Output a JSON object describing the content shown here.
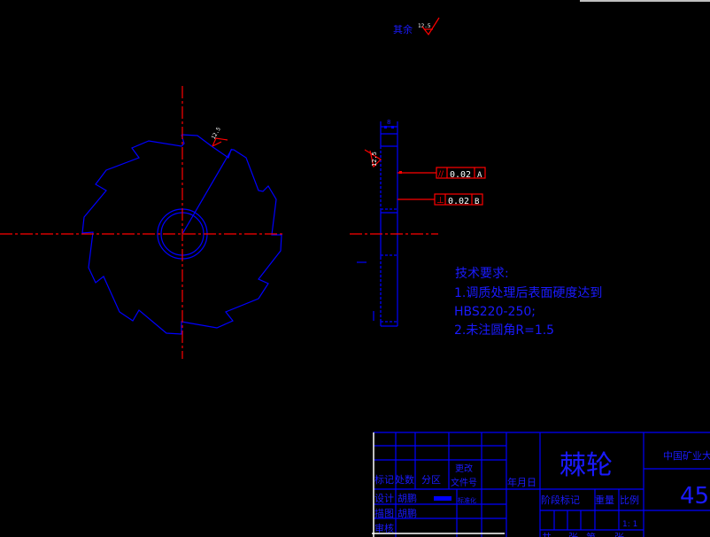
{
  "drawing": {
    "part_name": "棘轮",
    "material": "45",
    "organization": "中国矿业大",
    "scale": "1: 1",
    "surface_roughness_other": "其余",
    "roughness_value": "12.5",
    "face_width_dim": "8",
    "tolerances": [
      {
        "symbol": "//",
        "value": "0.02",
        "datum": "A"
      },
      {
        "symbol": "⊥",
        "value": "0.02",
        "datum": "B"
      }
    ],
    "technical_requirements": {
      "title": "技术要求:",
      "lines": [
        "1.调质处理后表面硬度达到",
        "HBS220-250;",
        "2.未注圆角R=1.5"
      ]
    },
    "title_block": {
      "mark": "标记",
      "count": "处数",
      "zone": "分区",
      "change_doc_1": "更改",
      "change_doc_2": "文件号",
      "date": "年月日",
      "design": "设计",
      "designer": "胡鹏",
      "standardization": "标准化",
      "drawing": "描图",
      "drafter": "胡鹏",
      "review": "审核",
      "stage_mark": "阶段标记",
      "weight": "重量",
      "scale_label": "比例",
      "sheets_total": "共",
      "sheet_unit_1": "张",
      "sheet_no": "第",
      "sheet_unit_2": "张"
    },
    "colors": {
      "outline": "#0000ff",
      "centerline": "#ff0000",
      "background": "#000000"
    }
  }
}
